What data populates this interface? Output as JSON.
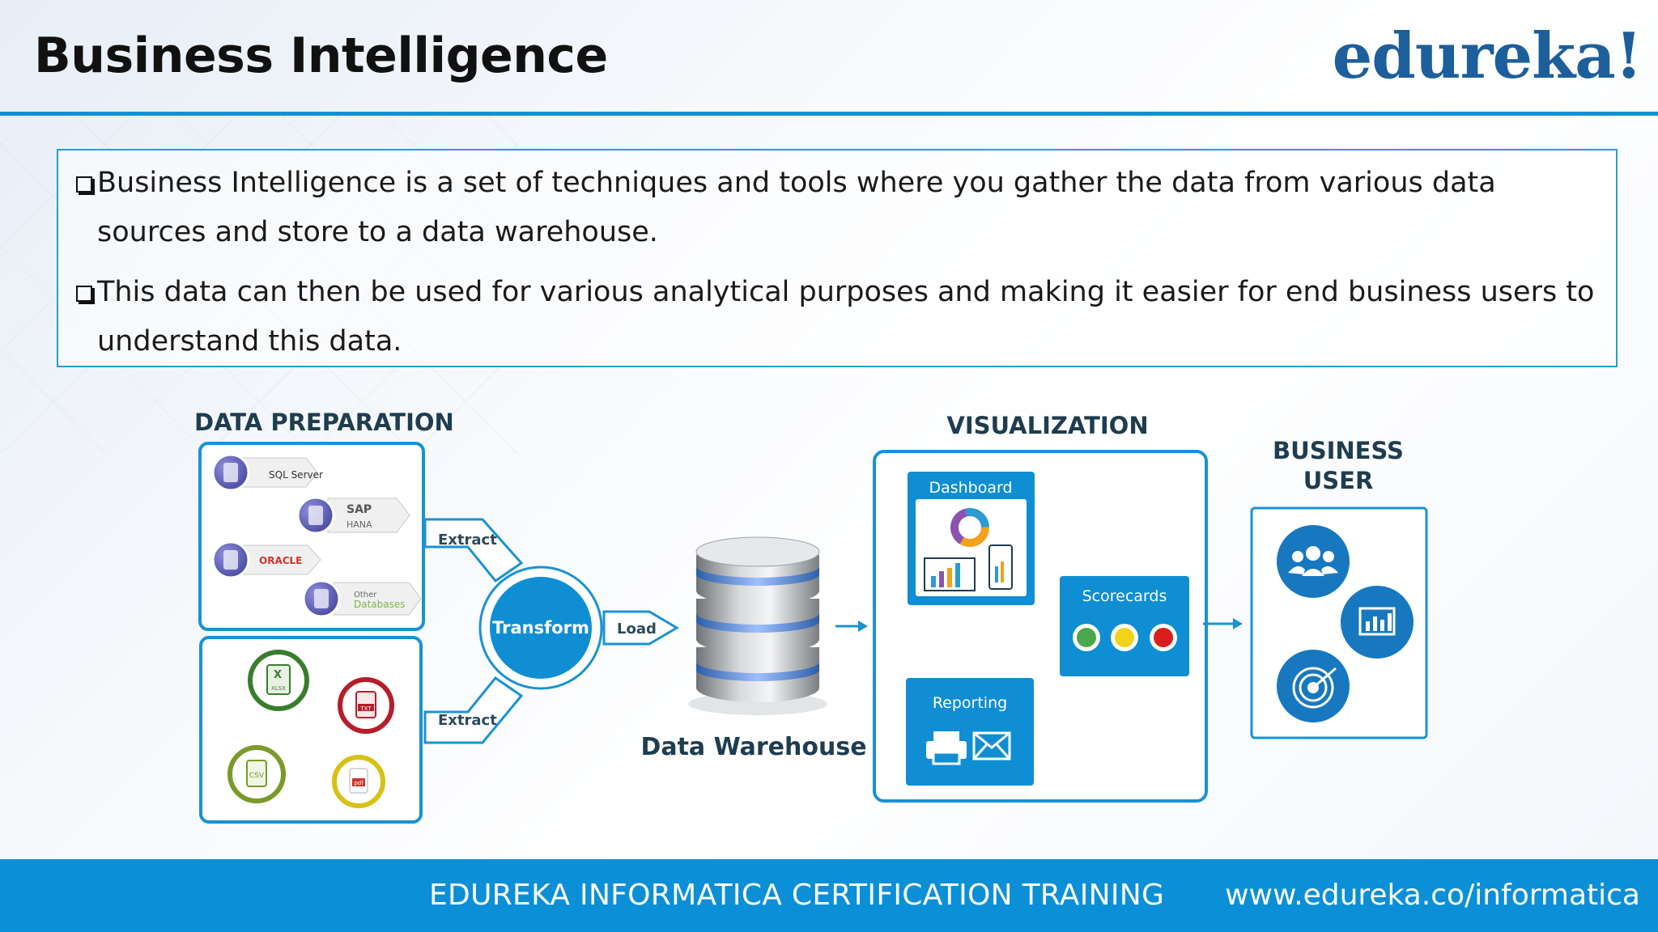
{
  "slide": {
    "title": "Business Intelligence",
    "logo": "edureka!",
    "bullets": [
      "Business Intelligence is a set of techniques and tools where you  gather the data from various data sources and store to a data warehouse.",
      "This data can then be used for various analytical purposes and making it easier for end business users to understand this data."
    ]
  },
  "diagram": {
    "data_preparation_label": "DATA PREPARATION",
    "sources": {
      "sql_server": "SQL Server",
      "sap_title": "SAP",
      "sap_sub": "HANA",
      "oracle": "ORACLE",
      "other_line1": "Other",
      "other_line2": "Databases"
    },
    "extract_top": "Extract",
    "extract_bottom": "Extract",
    "transform": "Transform",
    "load": "Load",
    "warehouse_label": "Data Warehouse",
    "visualization_label": "VISUALIZATION",
    "dashboard": "Dashboard",
    "scorecards": "Scorecards",
    "reporting": "Reporting",
    "business_user_line1": "BUSINESS",
    "business_user_line2": "USER",
    "file_icons": [
      "XLSX",
      "TXT",
      "CSV",
      "pdf"
    ]
  },
  "footer": {
    "course": "EDUREKA INFORMATICA CERTIFICATION TRAINING",
    "url": "www.edureka.co/informatica"
  },
  "colors": {
    "accent": "#1191d6",
    "footer_bg": "#0b8fd6",
    "logo": "#1d5f9b",
    "heading_dark": "#1e3d4f"
  },
  "icons": [
    "database-icon",
    "excel-file-icon",
    "txt-file-icon",
    "csv-file-icon",
    "pdf-file-icon",
    "donut-chart-icon",
    "bar-chart-icon",
    "printer-icon",
    "mail-icon",
    "team-icon",
    "analytics-icon",
    "target-icon",
    "arrow-right-icon"
  ]
}
